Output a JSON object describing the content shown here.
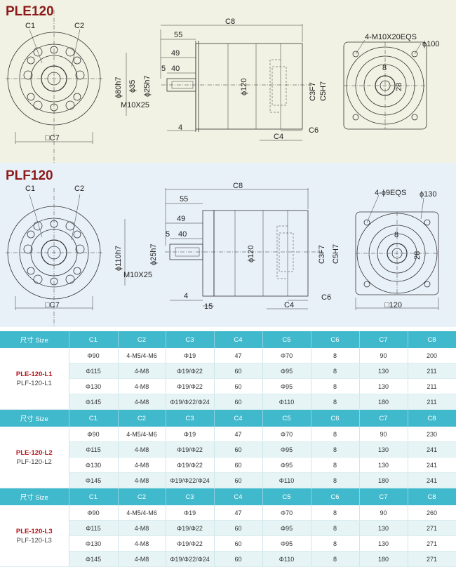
{
  "panels": [
    {
      "title": "PLE120",
      "labels": {
        "c1": "C1",
        "c2": "C2",
        "c7": "□C7",
        "c8": "C8",
        "d55": "55",
        "d49": "49",
        "d40": "40",
        "d5": "5",
        "d4": "4",
        "c4": "C4",
        "c6": "C6",
        "c3": "C3F7",
        "c5": "C5H7",
        "phi120": "ϕ120",
        "phi35": "ϕ35",
        "phi25": "ϕ25h7",
        "phi80": "ϕ80h7",
        "m10": "M10X25",
        "holes": "4-M10X20EQS",
        "phi100": "ϕ100",
        "k8": "8",
        "k28": "28"
      }
    },
    {
      "title": "PLF120",
      "labels": {
        "c1": "C1",
        "c2": "C2",
        "c7": "□C7",
        "c8": "C8",
        "d55": "55",
        "d49": "49",
        "d40": "40",
        "d5": "5",
        "d4": "4",
        "d15": "15",
        "c4": "C4",
        "c6": "C6",
        "c3": "C3F7",
        "c5": "C5H7",
        "phi120": "ϕ120",
        "phi25": "ϕ25h7",
        "phi110": "ϕ110h7",
        "m10": "M10X25",
        "holes": "4-ϕ9EQS",
        "phi130": "ϕ130",
        "k8": "8",
        "k28": "28",
        "sq120": "□120"
      }
    }
  ],
  "table": {
    "headers": [
      "尺寸 Size",
      "C1",
      "C2",
      "C3",
      "C4",
      "C5",
      "C6",
      "C7",
      "C8"
    ],
    "groups": [
      {
        "model_main": "PLE-120-L1",
        "model_alt": "PLF-120-L1",
        "rows": [
          [
            "Φ90",
            "4-M5/4-M6",
            "Φ19",
            "47",
            "Φ70",
            "8",
            "90",
            "200"
          ],
          [
            "Φ115",
            "4-M8",
            "Φ19/Φ22",
            "60",
            "Φ95",
            "8",
            "130",
            "211"
          ],
          [
            "Φ130",
            "4-M8",
            "Φ19/Φ22",
            "60",
            "Φ95",
            "8",
            "130",
            "211"
          ],
          [
            "Φ145",
            "4-M8",
            "Φ19/Φ22/Φ24",
            "60",
            "Φ110",
            "8",
            "180",
            "211"
          ]
        ]
      },
      {
        "model_main": "PLE-120-L2",
        "model_alt": "PLF-120-L2",
        "rows": [
          [
            "Φ90",
            "4-M5/4-M6",
            "Φ19",
            "47",
            "Φ70",
            "8",
            "90",
            "230"
          ],
          [
            "Φ115",
            "4-M8",
            "Φ19/Φ22",
            "60",
            "Φ95",
            "8",
            "130",
            "241"
          ],
          [
            "Φ130",
            "4-M8",
            "Φ19/Φ22",
            "60",
            "Φ95",
            "8",
            "130",
            "241"
          ],
          [
            "Φ145",
            "4-M8",
            "Φ19/Φ22/Φ24",
            "60",
            "Φ110",
            "8",
            "180",
            "241"
          ]
        ]
      },
      {
        "model_main": "PLE-120-L3",
        "model_alt": "PLF-120-L3",
        "rows": [
          [
            "Φ90",
            "4-M5/4-M6",
            "Φ19",
            "47",
            "Φ70",
            "8",
            "90",
            "260"
          ],
          [
            "Φ115",
            "4-M8",
            "Φ19/Φ22",
            "60",
            "Φ95",
            "8",
            "130",
            "271"
          ],
          [
            "Φ130",
            "4-M8",
            "Φ19/Φ22",
            "60",
            "Φ95",
            "8",
            "130",
            "271"
          ],
          [
            "Φ145",
            "4-M8",
            "Φ19/Φ22/Φ24",
            "60",
            "Φ110",
            "8",
            "180",
            "271"
          ]
        ]
      }
    ]
  }
}
